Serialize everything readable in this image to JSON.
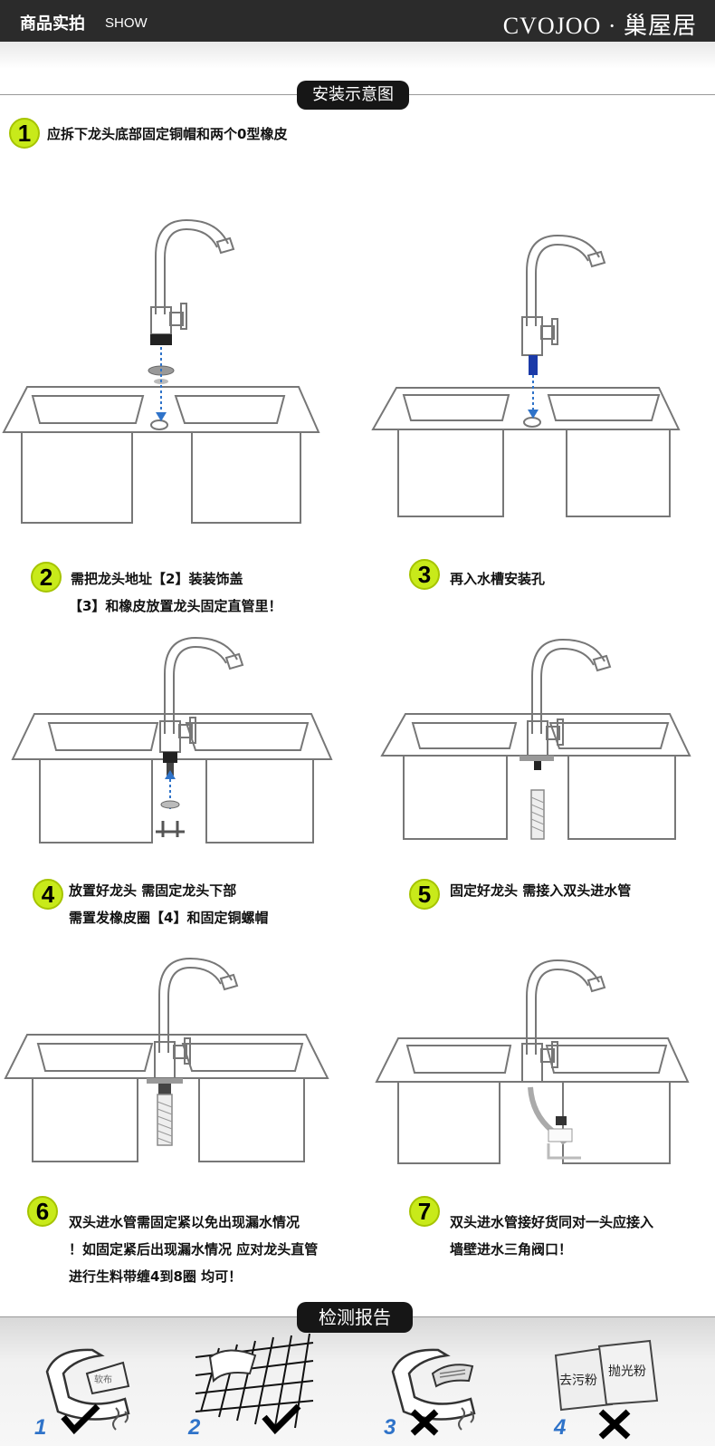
{
  "header": {
    "title": "商品实拍",
    "subtitle": "SHOW",
    "brand": "CVOJOO · 巢屋居"
  },
  "section_install": {
    "title": "安装示意图"
  },
  "steps": [
    {
      "number": "1",
      "lines": [
        "应拆下龙头底部固定铜帽和两个0型橡皮"
      ]
    },
    {
      "number": "2",
      "lines": [
        "需把龙头地址【2】装装饰盖",
        "【3】和橡皮放置龙头固定直管里！"
      ]
    },
    {
      "number": "3",
      "lines": [
        "再入水槽安装孔"
      ]
    },
    {
      "number": "4",
      "lines": [
        "放置好龙头  需固定龙头下部",
        "需置发橡皮圈【4】和固定铜螺帽"
      ]
    },
    {
      "number": "5",
      "lines": [
        "固定好龙头  需接入双头进水管"
      ]
    },
    {
      "number": "6",
      "lines": [
        "双头进水管需固定紧以免出现漏水情况",
        "！如固定紧后出现漏水情况  应对龙头直管",
        "进行生料带缠4到8圈  均可！"
      ]
    },
    {
      "number": "7",
      "lines": [
        "双头进水管接好货同对一头应接入",
        "墙壁进水三角阀口！"
      ]
    }
  ],
  "section_report": {
    "title": "检测报告"
  },
  "report_items": [
    {
      "number": "1",
      "result": "check",
      "label": "软布"
    },
    {
      "number": "2",
      "result": "check",
      "label": ""
    },
    {
      "number": "3",
      "result": "cross",
      "label": ""
    },
    {
      "number": "4",
      "result": "cross",
      "label_a": "去污粉",
      "label_b": "抛光粉"
    }
  ],
  "colors": {
    "badge": "#c8ea1a",
    "accent_blue": "#2f73c9",
    "header_bg": "#2b2b2b"
  }
}
